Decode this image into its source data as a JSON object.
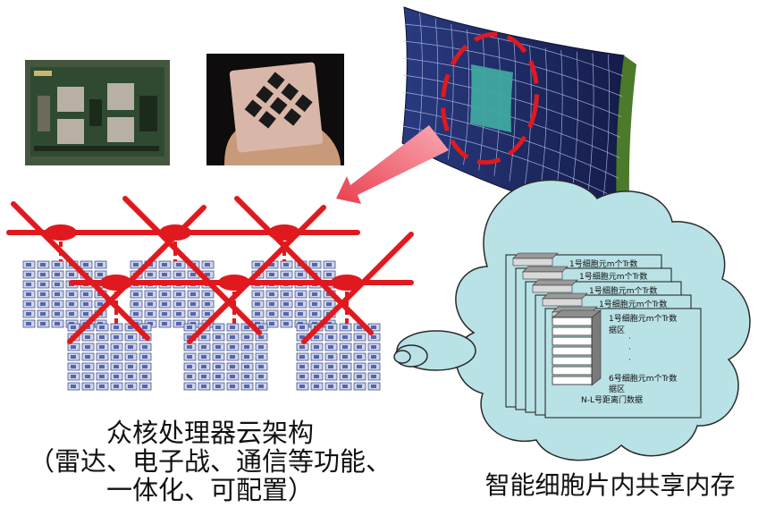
{
  "caption_left": {
    "line1": "众核处理器云架构",
    "line2": "（雷达、电子战、通信等功能、",
    "line3": "一体化、可配置）"
  },
  "caption_right": "智能细胞片内共享内存",
  "memory_cards": {
    "card_label": "1号细胞元m个Tr数",
    "data_area": "据区",
    "dots": "·",
    "last_label": "6号细胞元m个Tr数",
    "last_area": "据区",
    "footer": "N-L号距离门数据"
  },
  "colors": {
    "network_red": "#e0191e",
    "cloud_fill": "#b9e2e6",
    "cloud_stroke": "#2a2a2a",
    "card_fill": "#b9e2e6",
    "array_fill": "#1a2660",
    "array_highlight": "#3fa8a0",
    "arrow_fill": "#ef5a6a"
  }
}
